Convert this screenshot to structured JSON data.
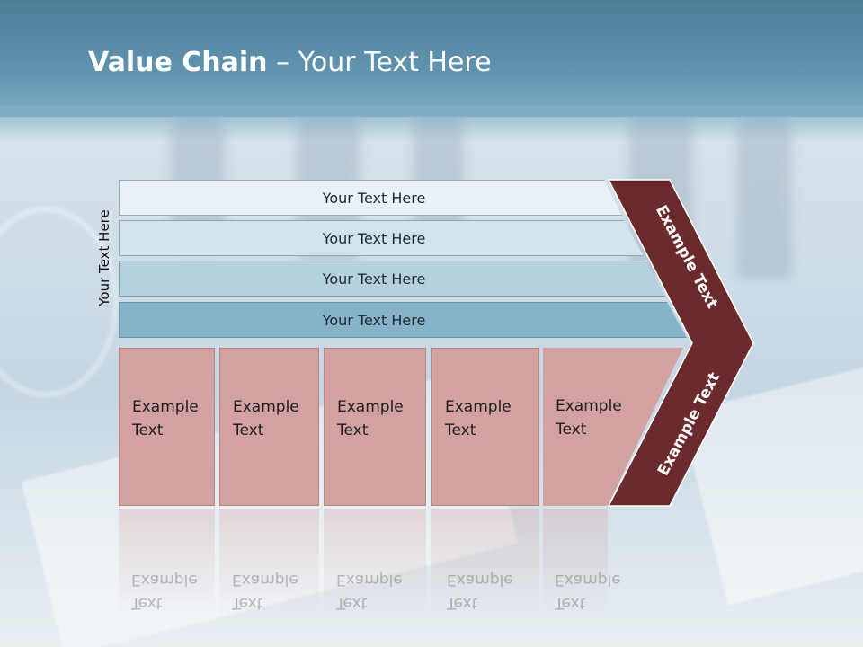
{
  "title": {
    "bold": "Value Chain",
    "rest": " – Your Text Here"
  },
  "side_label": "Your Text Here",
  "bars": [
    {
      "label": "Your Text Here",
      "color": "#e9f1f7"
    },
    {
      "label": "Your Text Here",
      "color": "#d3e3ec"
    },
    {
      "label": "Your Text Here",
      "color": "#b5d0de"
    },
    {
      "label": "Your Text Here",
      "color": "#86b3c8"
    }
  ],
  "cells": [
    {
      "line1": "Example",
      "line2": "Text"
    },
    {
      "line1": "Example",
      "line2": "Text"
    },
    {
      "line1": "Example",
      "line2": "Text"
    },
    {
      "line1": "Example",
      "line2": "Text"
    },
    {
      "line1": "Example",
      "line2": "Text"
    }
  ],
  "chevron": {
    "upper_text": "Example Text",
    "lower_text": "Example Text",
    "color": "#6b2a2c"
  }
}
